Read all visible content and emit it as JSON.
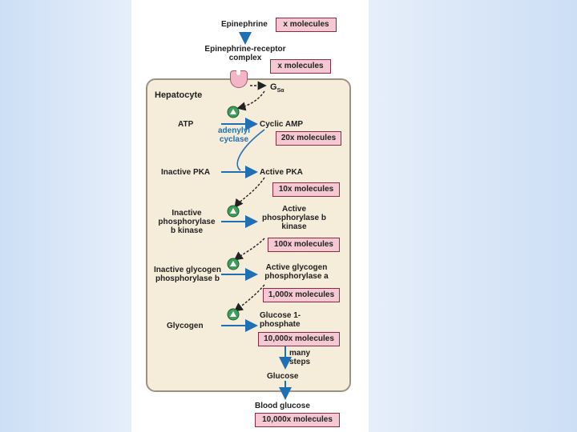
{
  "diagram": {
    "epinephrine": "Epinephrine",
    "epinephrine_count": "x molecules",
    "complex_line1": "Epinephrine-receptor",
    "complex_line2": "complex",
    "complex_count": "x molecules",
    "g_protein": "G",
    "g_sub": "Sα",
    "cell_label": "Hepatocyte",
    "atp": "ATP",
    "enzyme_line1": "adenylyl",
    "enzyme_line2": "cyclase",
    "camp": "Cyclic AMP",
    "camp_count": "20x molecules",
    "pka_inactive": "Inactive PKA",
    "pka_active": "Active PKA",
    "pka_count": "10x molecules",
    "kinase_inactive": "Inactive phosphorylase b kinase",
    "kinase_active": "Active phosphorylase b kinase",
    "kinase_count": "100x molecules",
    "phos_inactive": "Inactive glycogen phosphorylase b",
    "phos_active": "Active glycogen phosphorylase a",
    "phos_count": "1,000x molecules",
    "glycogen": "Glycogen",
    "g1p": "Glucose 1-phosphate",
    "g1p_count": "10,000x molecules",
    "many_steps": "many steps",
    "glucose": "Glucose",
    "blood_glucose": "Blood glucose",
    "blood_glucose_count": "10,000x molecules"
  },
  "colors": {
    "arrow_blue": "#1f6fb3",
    "count_box_fill": "#f4c9d3",
    "activation_green": "#3e9e5a",
    "cell_fill": "#f5ecd9"
  }
}
